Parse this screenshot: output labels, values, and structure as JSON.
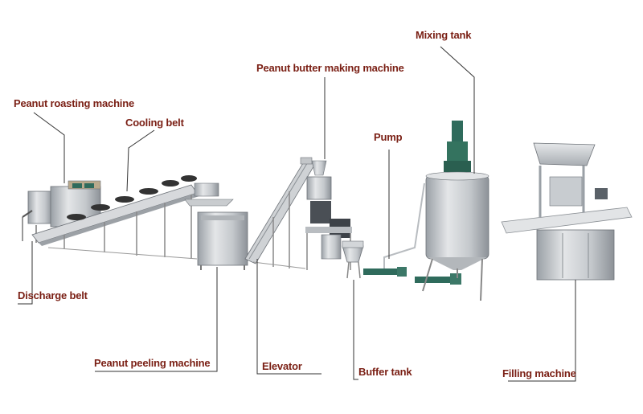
{
  "labels": {
    "peanut_roasting_machine": "Peanut roasting machine",
    "cooling_belt": "Cooling belt",
    "discharge_belt": "Discharge belt",
    "peanut_peeling_machine": "Peanut peeling machine",
    "elevator": "Elevator",
    "peanut_butter_making_machine": "Peanut butter making machine",
    "pump": "Pump",
    "buffer_tank": "Buffer tank",
    "mixing_tank": "Mixing tank",
    "filling_machine": "Filling machine"
  },
  "colors": {
    "label_text": "#7a1f14",
    "leader_line": "#333333",
    "steel": "#c8cbcf",
    "steel_dark": "#8c9096",
    "motor_green": "#2f6b5c"
  }
}
